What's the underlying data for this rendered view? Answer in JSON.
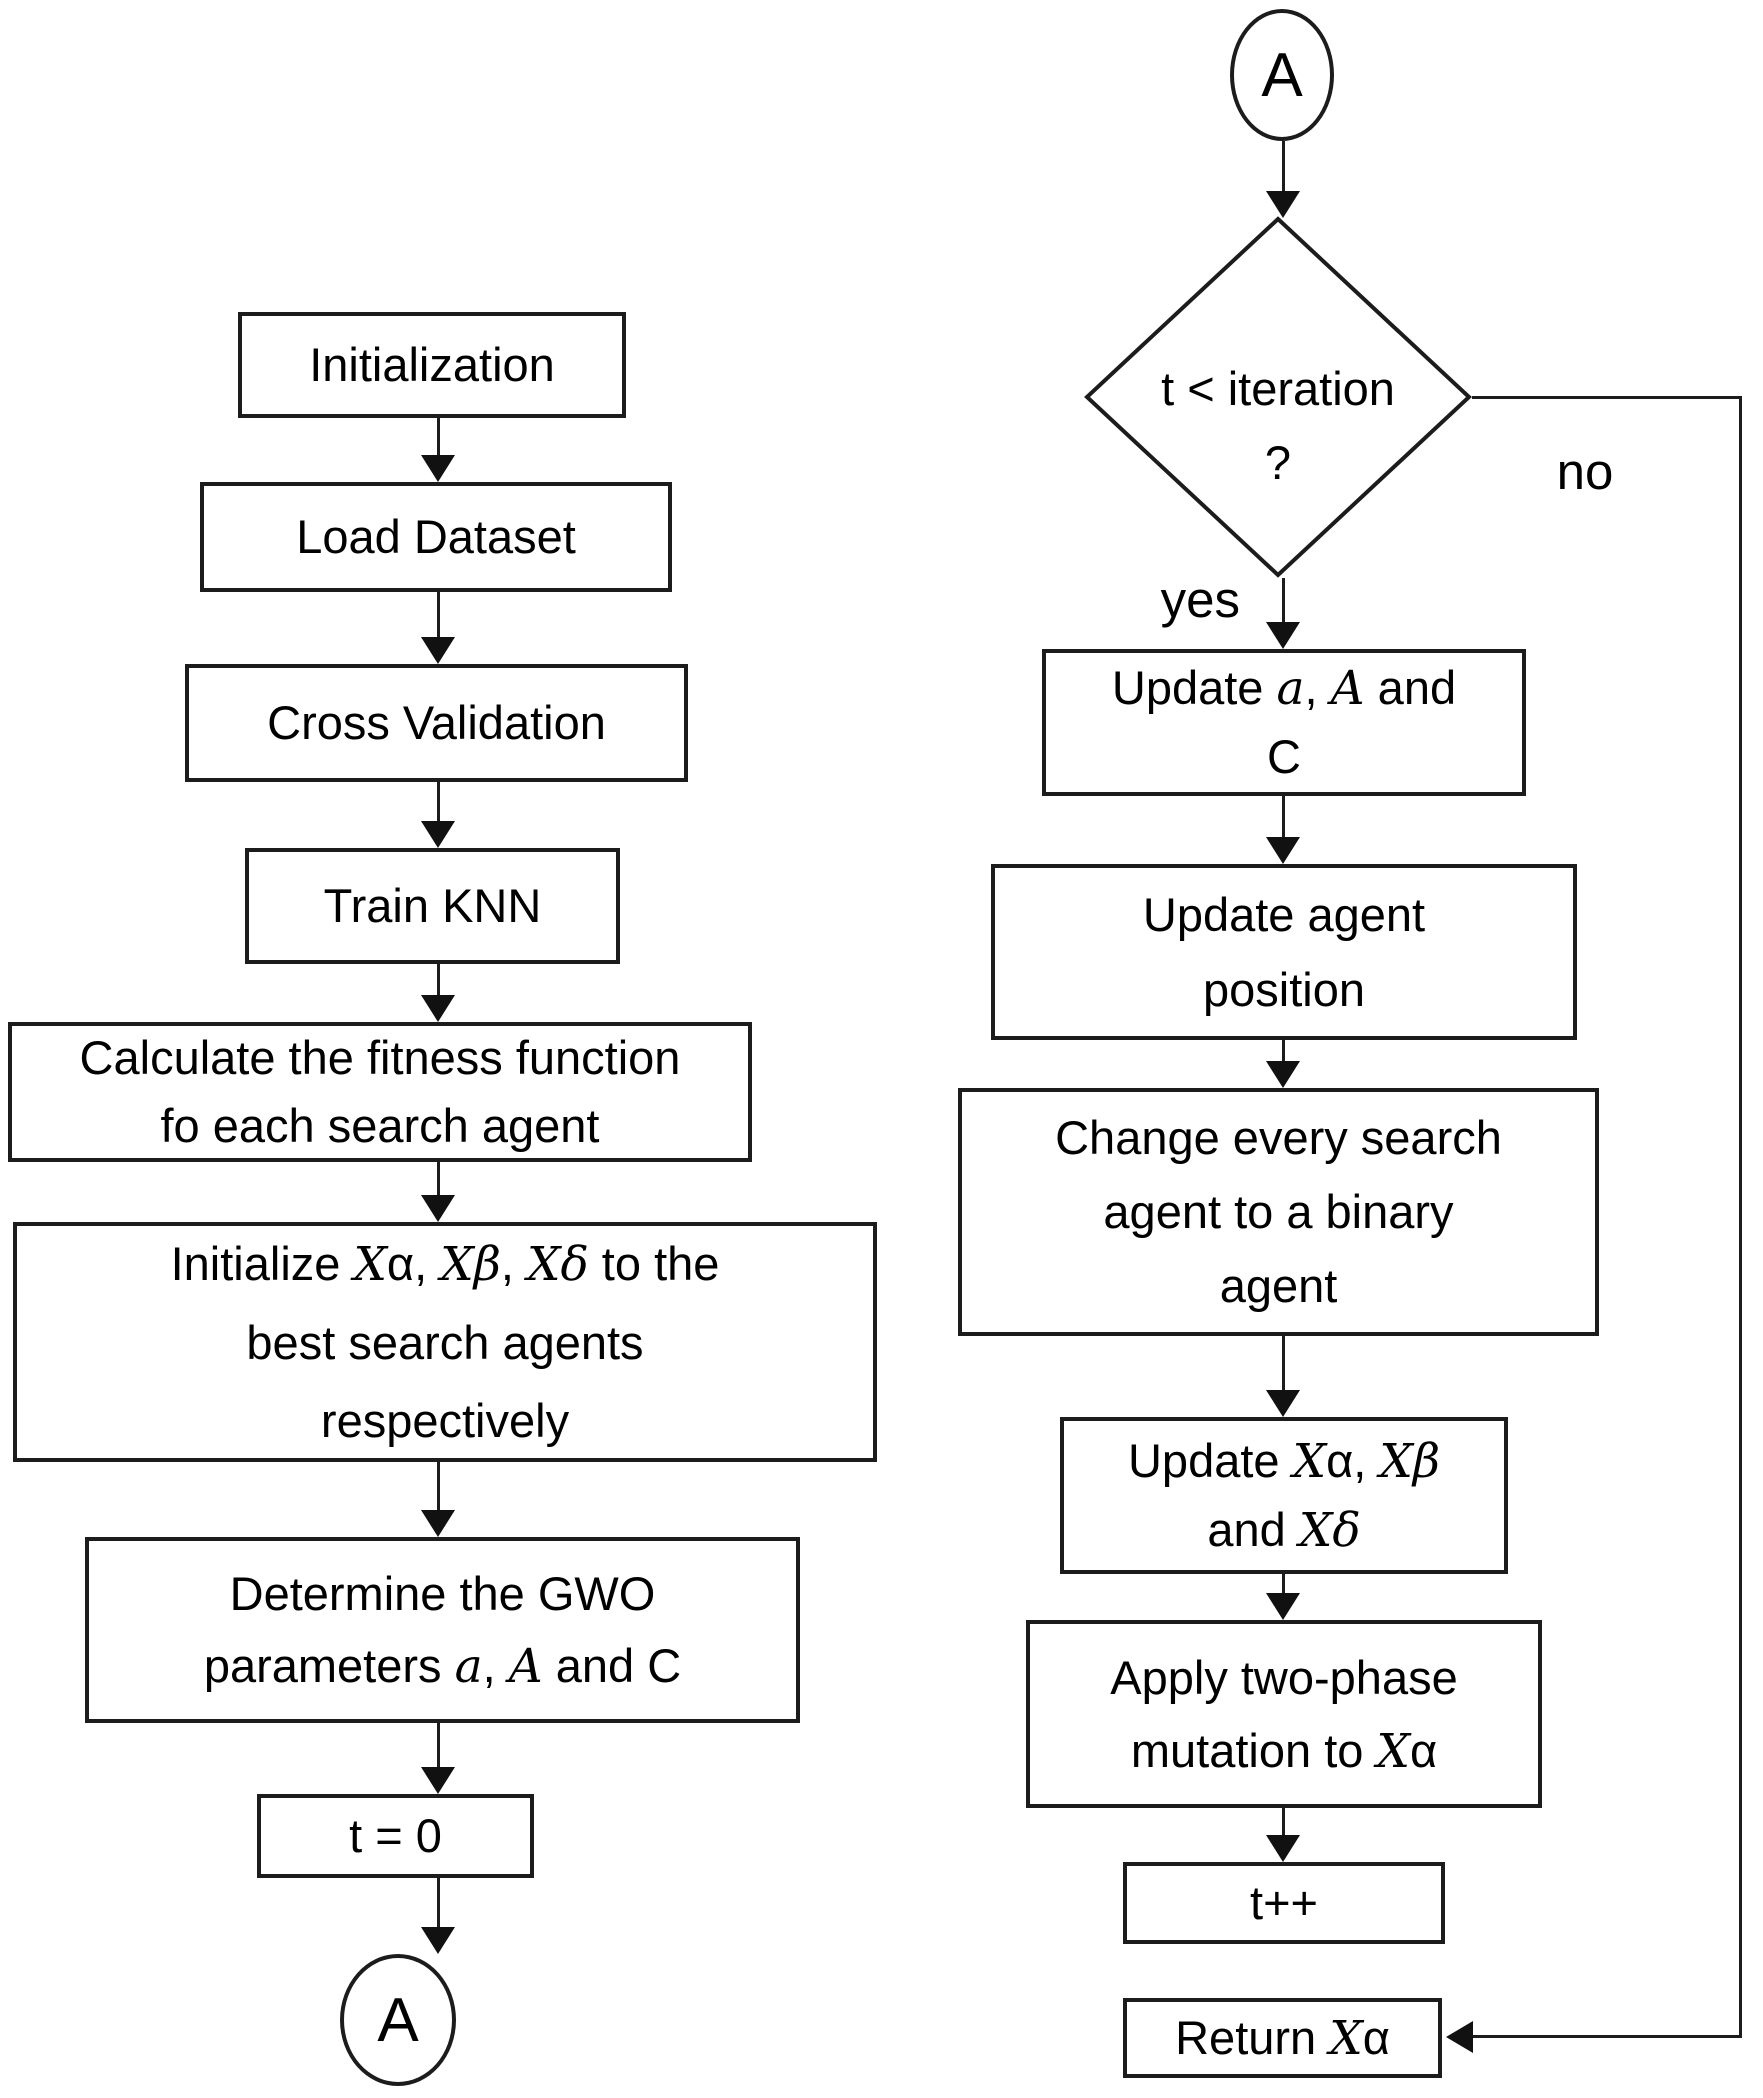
{
  "flowchart": {
    "labels": {
      "connector": "A",
      "yes": "yes",
      "no": "no"
    },
    "nodes": {
      "l_init": [
        [
          [
            "n",
            "Initialization"
          ]
        ]
      ],
      "l_load": [
        [
          [
            "n",
            "Load Dataset"
          ]
        ]
      ],
      "l_cross": [
        [
          [
            "n",
            "Cross Validation"
          ]
        ]
      ],
      "l_train": [
        [
          [
            "n",
            "Train KNN"
          ]
        ]
      ],
      "l_calc": [
        [
          [
            "n",
            "Calculate the fitness function"
          ]
        ],
        [
          [
            "n",
            "fo each search agent"
          ]
        ]
      ],
      "l_initwolves": [
        [
          [
            "n",
            "Initialize "
          ],
          [
            "m",
            "X"
          ],
          [
            "n",
            "α"
          ],
          [
            "n",
            ", "
          ],
          [
            "m",
            "X"
          ],
          [
            "m",
            "β"
          ],
          [
            "n",
            ", "
          ],
          [
            "m",
            "X"
          ],
          [
            "m",
            "δ"
          ],
          [
            "n",
            " to the"
          ]
        ],
        [
          [
            "n",
            "best search agents"
          ]
        ],
        [
          [
            "n",
            "respectively"
          ]
        ]
      ],
      "l_determine": [
        [
          [
            "n",
            "Determine the GWO"
          ]
        ],
        [
          [
            "n",
            "parameters "
          ],
          [
            "m",
            "a"
          ],
          [
            "n",
            ", "
          ],
          [
            "m",
            "A"
          ],
          [
            "n",
            " and C"
          ]
        ]
      ],
      "l_t0": [
        [
          [
            "n",
            "t = 0"
          ]
        ]
      ],
      "d_condition": [
        [
          [
            "n",
            "t < iteration"
          ]
        ],
        [
          [
            "n",
            "?"
          ]
        ]
      ],
      "r_update_aac": [
        [
          [
            "n",
            "Update "
          ],
          [
            "m",
            "a"
          ],
          [
            "n",
            ", "
          ],
          [
            "m",
            "A"
          ],
          [
            "n",
            " and"
          ]
        ],
        [
          [
            "n",
            "C"
          ]
        ]
      ],
      "r_update_pos": [
        [
          [
            "n",
            "Update agent"
          ]
        ],
        [
          [
            "n",
            "position"
          ]
        ]
      ],
      "r_change": [
        [
          [
            "n",
            "Change every search"
          ]
        ],
        [
          [
            "n",
            "agent to a binary"
          ]
        ],
        [
          [
            "n",
            "agent"
          ]
        ]
      ],
      "r_update_x": [
        [
          [
            "n",
            "Update "
          ],
          [
            "m",
            "X"
          ],
          [
            "n",
            "α, "
          ],
          [
            "m",
            "X"
          ],
          [
            "m",
            "β"
          ]
        ],
        [
          [
            "n",
            "and "
          ],
          [
            "m",
            "X"
          ],
          [
            "m",
            "δ"
          ]
        ]
      ],
      "r_apply": [
        [
          [
            "n",
            "Apply two-phase"
          ]
        ],
        [
          [
            "n",
            "mutation to "
          ],
          [
            "m",
            "X"
          ],
          [
            "n",
            "α"
          ]
        ]
      ],
      "r_tpp": [
        [
          [
            "n",
            "t++"
          ]
        ]
      ],
      "r_return": [
        [
          [
            "n",
            "Return "
          ],
          [
            "m",
            "X"
          ],
          [
            "n",
            "α"
          ]
        ]
      ]
    }
  }
}
